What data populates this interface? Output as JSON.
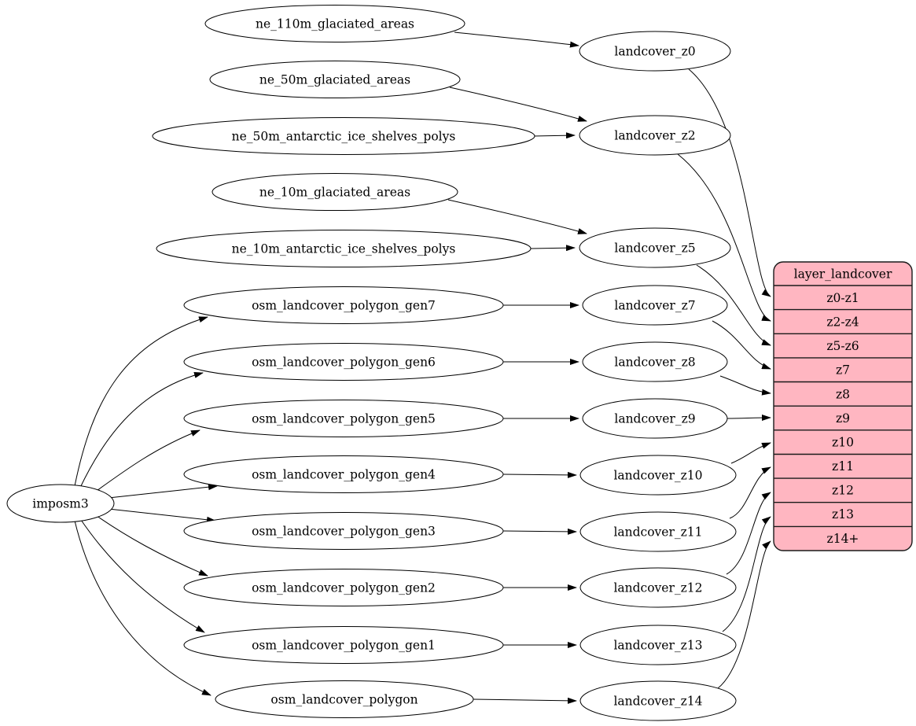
{
  "colors": {
    "background": "#ffffff",
    "node_fill": "#ffffff",
    "node_stroke": "#000000",
    "edge": "#000000",
    "record_fill": "#ffb6c1",
    "text": "#000000"
  },
  "importer": {
    "label": "imposm3"
  },
  "sources": [
    {
      "id": "ne_110m_glaciated_areas",
      "label": "ne_110m_glaciated_areas"
    },
    {
      "id": "ne_50m_glaciated_areas",
      "label": "ne_50m_glaciated_areas"
    },
    {
      "id": "ne_50m_antarctic_ice_shelves_polys",
      "label": "ne_50m_antarctic_ice_shelves_polys"
    },
    {
      "id": "ne_10m_glaciated_areas",
      "label": "ne_10m_glaciated_areas"
    },
    {
      "id": "ne_10m_antarctic_ice_shelves_polys",
      "label": "ne_10m_antarctic_ice_shelves_polys"
    },
    {
      "id": "osm_landcover_polygon_gen7",
      "label": "osm_landcover_polygon_gen7"
    },
    {
      "id": "osm_landcover_polygon_gen6",
      "label": "osm_landcover_polygon_gen6"
    },
    {
      "id": "osm_landcover_polygon_gen5",
      "label": "osm_landcover_polygon_gen5"
    },
    {
      "id": "osm_landcover_polygon_gen4",
      "label": "osm_landcover_polygon_gen4"
    },
    {
      "id": "osm_landcover_polygon_gen3",
      "label": "osm_landcover_polygon_gen3"
    },
    {
      "id": "osm_landcover_polygon_gen2",
      "label": "osm_landcover_polygon_gen2"
    },
    {
      "id": "osm_landcover_polygon_gen1",
      "label": "osm_landcover_polygon_gen1"
    },
    {
      "id": "osm_landcover_polygon",
      "label": "osm_landcover_polygon"
    }
  ],
  "layers": [
    {
      "id": "landcover_z0",
      "label": "landcover_z0"
    },
    {
      "id": "landcover_z2",
      "label": "landcover_z2"
    },
    {
      "id": "landcover_z5",
      "label": "landcover_z5"
    },
    {
      "id": "landcover_z7",
      "label": "landcover_z7"
    },
    {
      "id": "landcover_z8",
      "label": "landcover_z8"
    },
    {
      "id": "landcover_z9",
      "label": "landcover_z9"
    },
    {
      "id": "landcover_z10",
      "label": "landcover_z10"
    },
    {
      "id": "landcover_z11",
      "label": "landcover_z11"
    },
    {
      "id": "landcover_z12",
      "label": "landcover_z12"
    },
    {
      "id": "landcover_z13",
      "label": "landcover_z13"
    },
    {
      "id": "landcover_z14",
      "label": "landcover_z14"
    }
  ],
  "table": {
    "header": "layer_landcover",
    "rows": [
      "z0-z1",
      "z2-z4",
      "z5-z6",
      "z7",
      "z8",
      "z9",
      "z10",
      "z11",
      "z12",
      "z13",
      "z14+"
    ]
  },
  "edges": [
    {
      "from": "imposm3",
      "to": "osm_landcover_polygon_gen7"
    },
    {
      "from": "imposm3",
      "to": "osm_landcover_polygon_gen6"
    },
    {
      "from": "imposm3",
      "to": "osm_landcover_polygon_gen5"
    },
    {
      "from": "imposm3",
      "to": "osm_landcover_polygon_gen4"
    },
    {
      "from": "imposm3",
      "to": "osm_landcover_polygon_gen3"
    },
    {
      "from": "imposm3",
      "to": "osm_landcover_polygon_gen2"
    },
    {
      "from": "imposm3",
      "to": "osm_landcover_polygon_gen1"
    },
    {
      "from": "imposm3",
      "to": "osm_landcover_polygon"
    },
    {
      "from": "ne_110m_glaciated_areas",
      "to": "landcover_z0"
    },
    {
      "from": "ne_50m_glaciated_areas",
      "to": "landcover_z2"
    },
    {
      "from": "ne_50m_antarctic_ice_shelves_polys",
      "to": "landcover_z2"
    },
    {
      "from": "ne_10m_glaciated_areas",
      "to": "landcover_z5"
    },
    {
      "from": "ne_10m_antarctic_ice_shelves_polys",
      "to": "landcover_z5"
    },
    {
      "from": "osm_landcover_polygon_gen7",
      "to": "landcover_z7"
    },
    {
      "from": "osm_landcover_polygon_gen6",
      "to": "landcover_z8"
    },
    {
      "from": "osm_landcover_polygon_gen5",
      "to": "landcover_z9"
    },
    {
      "from": "osm_landcover_polygon_gen4",
      "to": "landcover_z10"
    },
    {
      "from": "osm_landcover_polygon_gen3",
      "to": "landcover_z11"
    },
    {
      "from": "osm_landcover_polygon_gen2",
      "to": "landcover_z12"
    },
    {
      "from": "osm_landcover_polygon_gen1",
      "to": "landcover_z13"
    },
    {
      "from": "osm_landcover_polygon",
      "to": "landcover_z14"
    },
    {
      "from": "landcover_z0",
      "to": "layer_landcover:z0-z1"
    },
    {
      "from": "landcover_z2",
      "to": "layer_landcover:z2-z4"
    },
    {
      "from": "landcover_z5",
      "to": "layer_landcover:z5-z6"
    },
    {
      "from": "landcover_z7",
      "to": "layer_landcover:z7"
    },
    {
      "from": "landcover_z8",
      "to": "layer_landcover:z8"
    },
    {
      "from": "landcover_z9",
      "to": "layer_landcover:z9"
    },
    {
      "from": "landcover_z10",
      "to": "layer_landcover:z10"
    },
    {
      "from": "landcover_z11",
      "to": "layer_landcover:z11"
    },
    {
      "from": "landcover_z12",
      "to": "layer_landcover:z12"
    },
    {
      "from": "landcover_z13",
      "to": "layer_landcover:z13"
    },
    {
      "from": "landcover_z14",
      "to": "layer_landcover:z14+"
    }
  ]
}
